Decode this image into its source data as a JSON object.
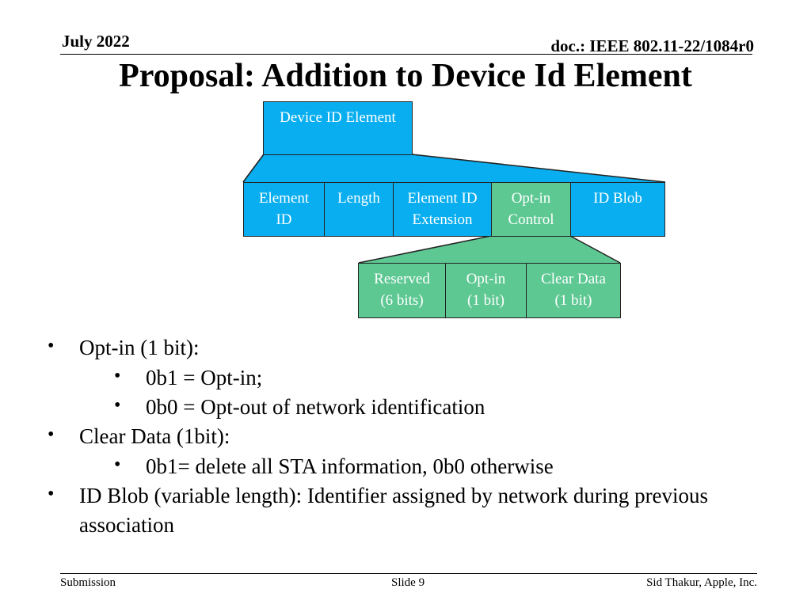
{
  "header": {
    "date": "July 2022",
    "doc": "doc.: IEEE 802.11-22/1084r0"
  },
  "title": "Proposal: Addition to Device Id  Element",
  "diagram": {
    "top": "Device ID Element",
    "fields": [
      {
        "line1": "Element",
        "line2": "ID"
      },
      {
        "line1": "Length",
        "line2": ""
      },
      {
        "line1": "Element ID",
        "line2": "Extension"
      },
      {
        "line1": "Opt-in",
        "line2": "Control"
      },
      {
        "line1": "ID Blob",
        "line2": ""
      }
    ],
    "bits": [
      {
        "line1": "Reserved",
        "line2": "(6 bits)"
      },
      {
        "line1": "Opt-in",
        "line2": "(1 bit)"
      },
      {
        "line1": "Clear Data",
        "line2": "(1 bit)"
      }
    ],
    "colors": {
      "blue": "#08aef0",
      "green": "#5ec893"
    }
  },
  "bullets": [
    {
      "text": "Opt-in (1 bit):"
    },
    {
      "text": "0b1 = Opt-in;"
    },
    {
      "text": "0b0 = Opt-out of network identification"
    },
    {
      "text": "Clear Data (1bit):"
    },
    {
      "text": "0b1= delete all STA information, 0b0 otherwise"
    },
    {
      "text": "ID Blob (variable length): Identifier assigned by network during previous association"
    }
  ],
  "footer": {
    "left": "Submission",
    "center": "Slide 9",
    "right": "Sid Thakur, Apple, Inc."
  }
}
